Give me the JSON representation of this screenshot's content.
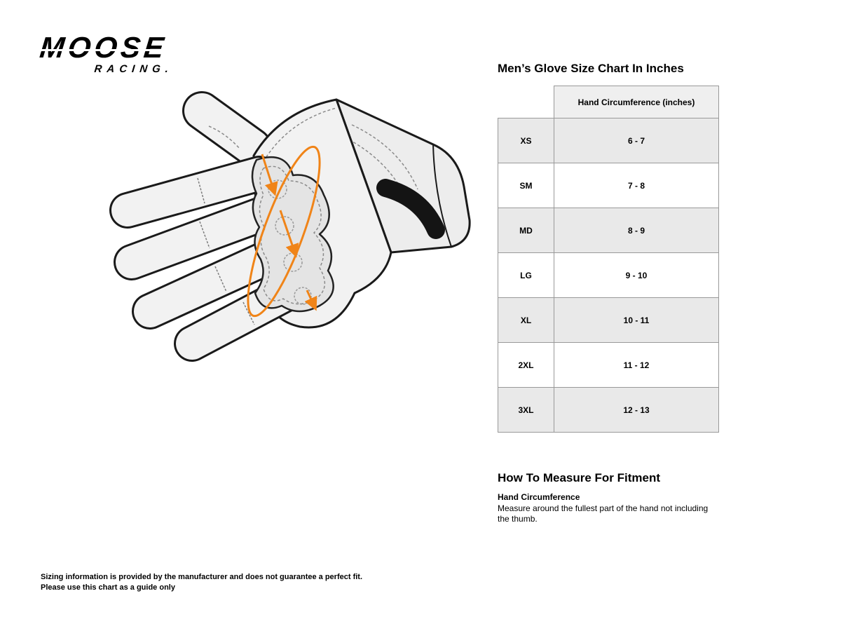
{
  "logo": {
    "line1": "MOOSE",
    "line2": "RACING."
  },
  "size_chart": {
    "title": "Men’s Glove Size Chart In Inches",
    "column_header": "Hand Circumference (inches)",
    "rows": [
      {
        "size": "XS",
        "range": "6 - 7"
      },
      {
        "size": "SM",
        "range": "7 - 8"
      },
      {
        "size": "MD",
        "range": "8 - 9"
      },
      {
        "size": "LG",
        "range": "9 - 10"
      },
      {
        "size": "XL",
        "range": "10 - 11"
      },
      {
        "size": "2XL",
        "range": "11 - 12"
      },
      {
        "size": "3XL",
        "range": "12 - 13"
      }
    ]
  },
  "how_to_measure": {
    "title": "How To Measure For Fitment",
    "subtitle": "Hand Circumference",
    "body": "Measure around the fullest part of the hand not including the thumb."
  },
  "disclaimer": {
    "line1": "Sizing information is provided by the manufacturer and does not guarantee a perfect fit.",
    "line2": "Please use this chart as a guide only"
  },
  "colors": {
    "accent": "#f08418",
    "row_alt": "#e9e9e9",
    "header_bg": "#efefef",
    "table_border": "#999999"
  }
}
